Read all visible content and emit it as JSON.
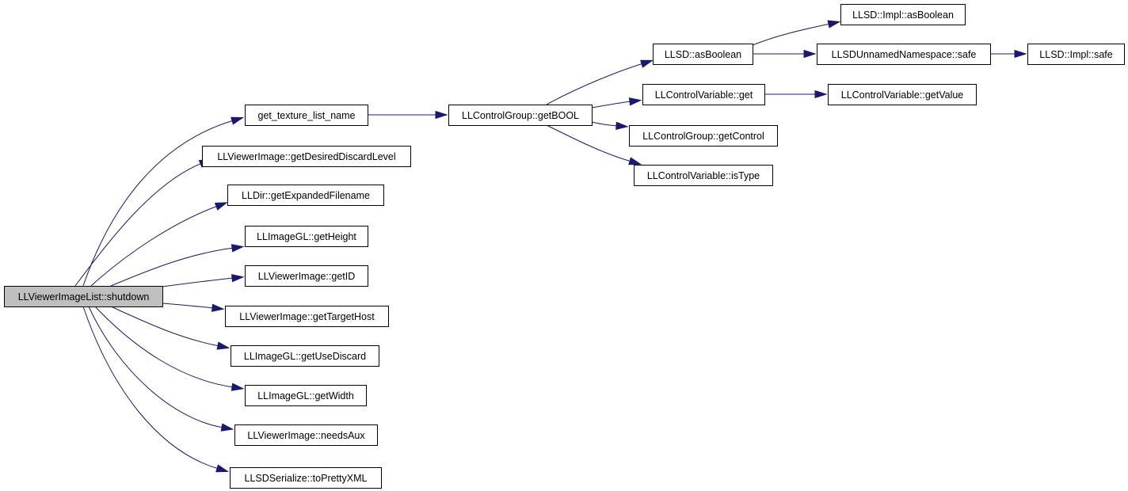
{
  "diagram": {
    "type": "call-graph",
    "colors": {
      "edge": "#191970",
      "root_fill": "#bfbfbf",
      "node_fill": "#ffffff",
      "node_border": "#000000"
    },
    "nodes": [
      {
        "id": "n0",
        "label": "LLViewerImageList::shutdown",
        "root": true
      },
      {
        "id": "n1",
        "label": "get_texture_list_name"
      },
      {
        "id": "n2",
        "label": "LLViewerImage::getDesiredDiscardLevel"
      },
      {
        "id": "n3",
        "label": "LLDir::getExpandedFilename"
      },
      {
        "id": "n4",
        "label": "LLImageGL::getHeight"
      },
      {
        "id": "n5",
        "label": "LLViewerImage::getID"
      },
      {
        "id": "n6",
        "label": "LLViewerImage::getTargetHost"
      },
      {
        "id": "n7",
        "label": "LLImageGL::getUseDiscard"
      },
      {
        "id": "n8",
        "label": "LLImageGL::getWidth"
      },
      {
        "id": "n9",
        "label": "LLViewerImage::needsAux"
      },
      {
        "id": "n10",
        "label": "LLSDSerialize::toPrettyXML"
      },
      {
        "id": "n11",
        "label": "LLControlGroup::getBOOL"
      },
      {
        "id": "n12",
        "label": "LLSD::asBoolean"
      },
      {
        "id": "n13",
        "label": "LLControlVariable::get"
      },
      {
        "id": "n14",
        "label": "LLControlGroup::getControl"
      },
      {
        "id": "n15",
        "label": "LLControlVariable::isType"
      },
      {
        "id": "n16",
        "label": "LLSD::Impl::asBoolean"
      },
      {
        "id": "n17",
        "label": "LLSDUnnamedNamespace::safe"
      },
      {
        "id": "n18",
        "label": "LLSD::Impl::safe"
      },
      {
        "id": "n19",
        "label": "LLControlVariable::getValue"
      }
    ],
    "edges": [
      [
        "n0",
        "n1"
      ],
      [
        "n0",
        "n2"
      ],
      [
        "n0",
        "n3"
      ],
      [
        "n0",
        "n4"
      ],
      [
        "n0",
        "n5"
      ],
      [
        "n0",
        "n6"
      ],
      [
        "n0",
        "n7"
      ],
      [
        "n0",
        "n8"
      ],
      [
        "n0",
        "n9"
      ],
      [
        "n0",
        "n10"
      ],
      [
        "n1",
        "n11"
      ],
      [
        "n11",
        "n12"
      ],
      [
        "n11",
        "n13"
      ],
      [
        "n11",
        "n14"
      ],
      [
        "n11",
        "n15"
      ],
      [
        "n12",
        "n16"
      ],
      [
        "n12",
        "n17"
      ],
      [
        "n17",
        "n18"
      ],
      [
        "n13",
        "n19"
      ]
    ]
  }
}
